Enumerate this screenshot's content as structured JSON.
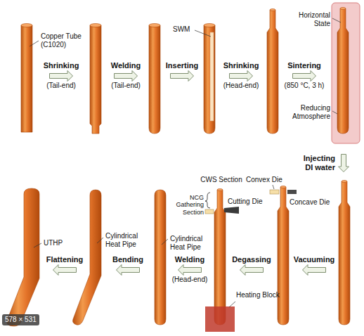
{
  "diagram": {
    "nodes": [
      {
        "text": [
          "Shrinking",
          "(Tail-end)"
        ]
      },
      {
        "text": [
          "Welding",
          "(Tail-end)"
        ]
      },
      {
        "text": [
          "Inserting"
        ]
      },
      {
        "text": [
          "Shrinking",
          "(Head-end)"
        ]
      },
      {
        "text": [
          "Sintering",
          "(850 °C, 3 h)"
        ]
      },
      {
        "text": [
          "Injecting DI water"
        ]
      },
      {
        "text": [
          "Vacuuming"
        ]
      },
      {
        "text": [
          "Degassing"
        ]
      },
      {
        "text": [
          "Welding",
          "(Head-end)"
        ]
      },
      {
        "text": [
          "Bending"
        ]
      },
      {
        "text": [
          "Flattening"
        ]
      }
    ],
    "labels": [
      "Copper Tube (C1020)",
      "SWM",
      "Horizontal State",
      "Reducing Atmosphere",
      "CWS Section",
      "NCG Gathering Section",
      "Cutting Die",
      "Convex Die",
      "Concave Die",
      "Heating Block",
      "Cylindrical Heat Pipe",
      "Cylindrical Heat Pipe",
      "UTHP",
      "578 × 531"
    ]
  }
}
